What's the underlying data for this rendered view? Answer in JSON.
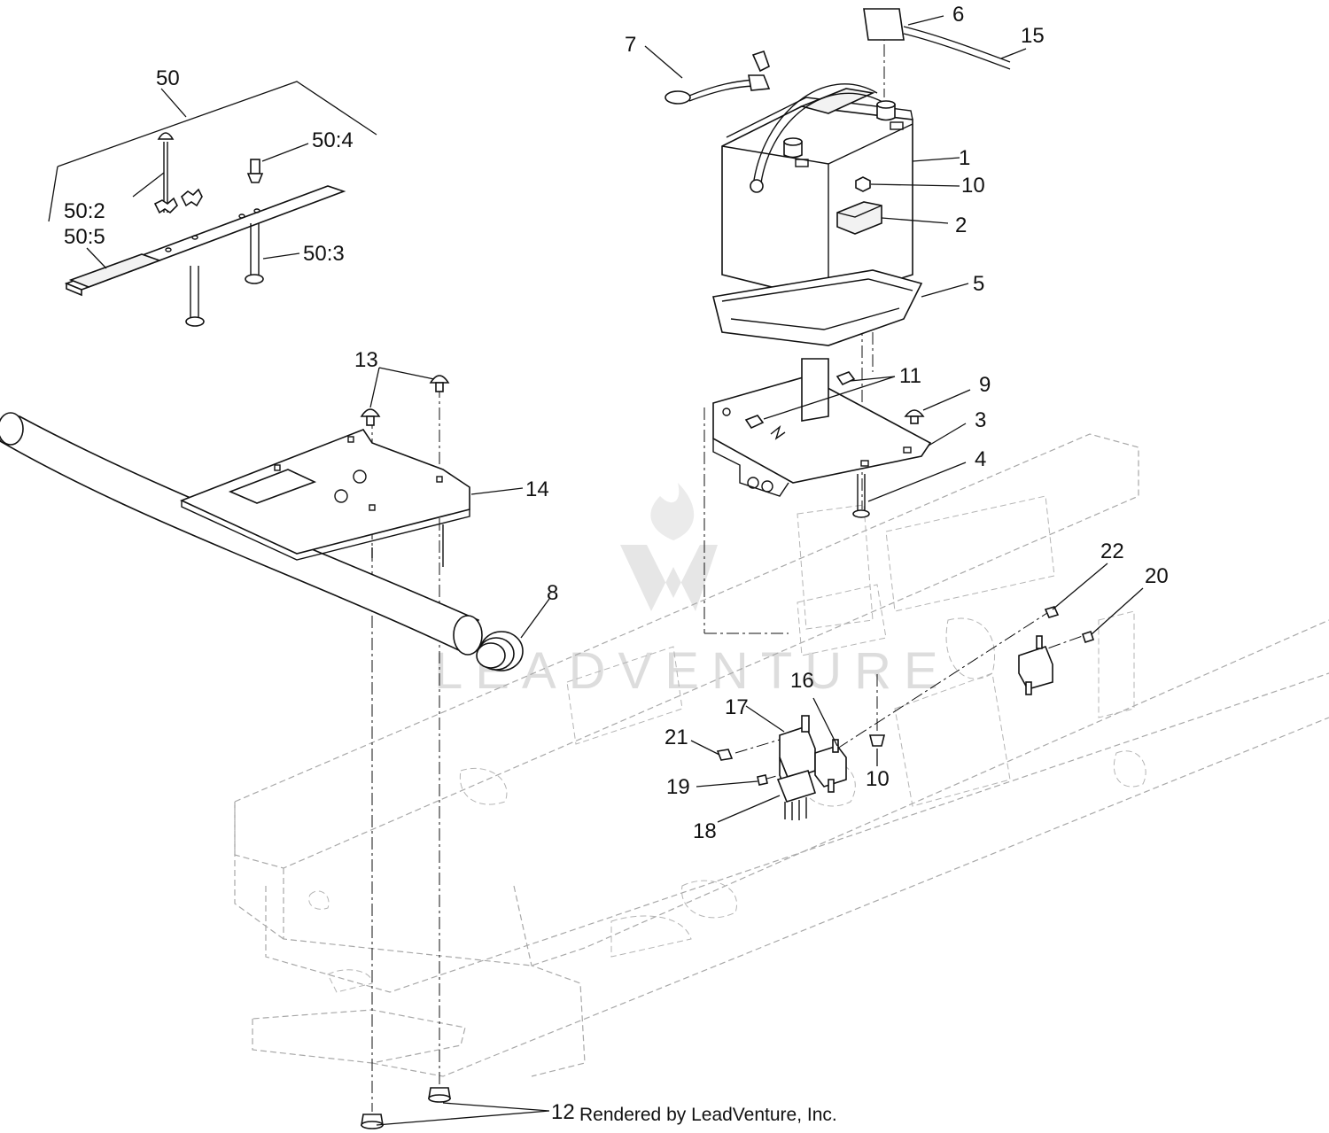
{
  "diagram": {
    "watermark": "LEADVENTURE",
    "credit": "Rendered by LeadVenture, Inc.",
    "callouts": {
      "c1": "1",
      "c2": "2",
      "c3": "3",
      "c4": "4",
      "c5": "5",
      "c6": "6",
      "c7": "7",
      "c8": "8",
      "c9": "9",
      "c10a": "10",
      "c10b": "10",
      "c11": "11",
      "c12": "12",
      "c13": "13",
      "c14": "14",
      "c15": "15",
      "c16": "16",
      "c17": "17",
      "c18": "18",
      "c19": "19",
      "c20": "20",
      "c21": "21",
      "c22": "22",
      "c50": "50",
      "c50_2": "50:2",
      "c50_3": "50:3",
      "c50_4": "50:4",
      "c50_5": "50:5"
    }
  }
}
